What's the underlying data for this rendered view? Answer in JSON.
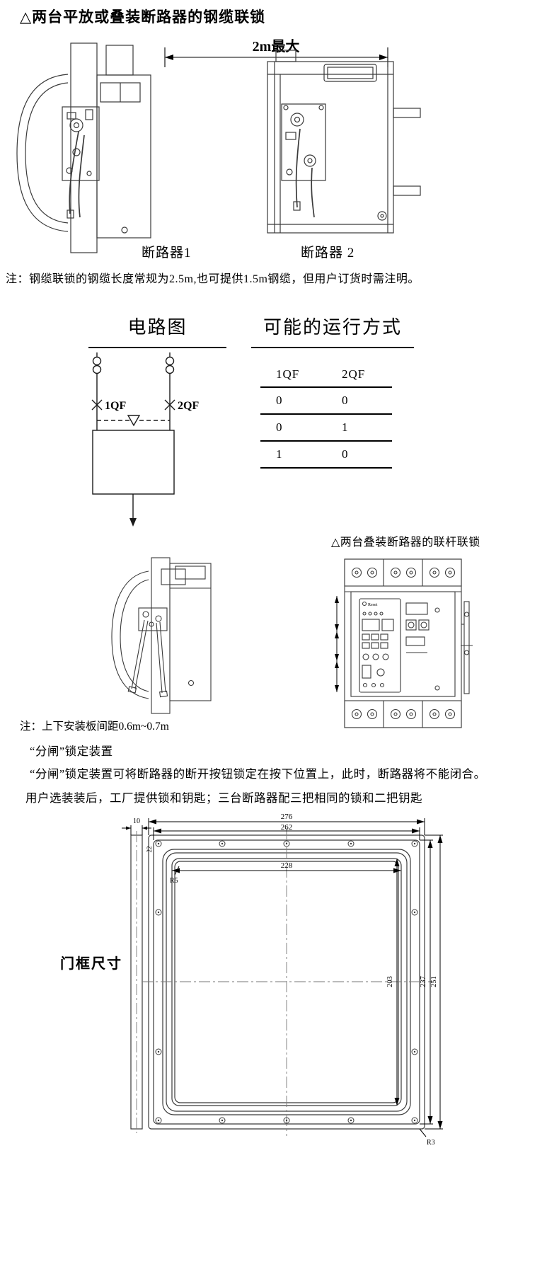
{
  "page": {
    "title": "△两台平放或叠装断路器的钢缆联锁"
  },
  "cable_interlock": {
    "dimension_label": "2m最大",
    "breaker1_label": "断路器1",
    "breaker2_label": "断路器 2",
    "note": "注：钢缆联锁的钢缆长度常规为2.5m,也可提供1.5m钢缆，但用户订货时需注明。"
  },
  "circuit_section": {
    "circuit_title": "电路图",
    "modes_title": "可能的运行方式",
    "breaker1_tag": "1QF",
    "breaker2_tag": "2QF",
    "table": {
      "headers": [
        "1QF",
        "2QF"
      ],
      "rows": [
        [
          "0",
          "0"
        ],
        [
          "0",
          "1"
        ],
        [
          "1",
          "0"
        ]
      ]
    }
  },
  "rod_interlock": {
    "title": "△两台叠装断路器的联杆联锁",
    "note": "注：上下安装板间距0.6m~0.7m",
    "reset_label": "Reset"
  },
  "lock_device": {
    "heading": "“分闸”锁定装置",
    "description": "“分闸”锁定装置可将断路器的断开按钮锁定在按下位置上，此时，断路器将不能闭合。",
    "note": "用户选装装后，工厂提供锁和钥匙；三台断路器配三把相同的锁和二把钥匙"
  },
  "door_frame": {
    "title": "门框尺寸",
    "dim_276": "276",
    "dim_262": "262",
    "dim_228": "228",
    "dim_10": "10",
    "dim_22": "22",
    "dim_203": "203",
    "dim_237": "237",
    "dim_251": "251",
    "radius_r5": "R5",
    "radius_r3": "R3"
  }
}
